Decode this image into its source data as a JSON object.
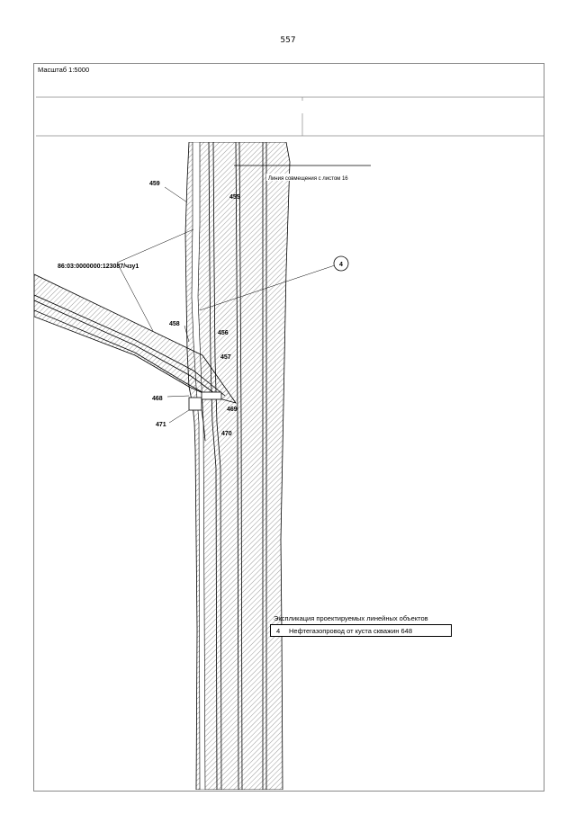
{
  "page_number": "557",
  "scale_label": "Масштаб 1:5000",
  "match_line_label": "Линия совмещения с листом 16",
  "parcel_label": "86:03:0000000:123087/чзу1",
  "object_marker": "4",
  "point_labels": {
    "p455": "455",
    "p456": "456",
    "p457": "457",
    "p458": "458",
    "p459": "459",
    "p468": "468",
    "p469": "469",
    "p470": "470",
    "p471": "471"
  },
  "legend": {
    "title": "Экспликация проектируемых линейных объектов",
    "items": [
      {
        "number": "4",
        "text": "Нефтегазопровод от куста скважин 648"
      }
    ]
  },
  "colors": {
    "line": "#000000",
    "hatch": "#555555",
    "frame": "#888888"
  }
}
